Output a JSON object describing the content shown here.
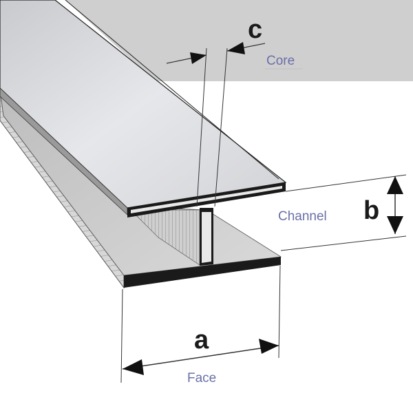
{
  "labels": {
    "core": {
      "letter": "c",
      "word": "Core"
    },
    "channel": {
      "letter": "b",
      "word": "Channel"
    },
    "face": {
      "letter": "a",
      "word": "Face"
    }
  },
  "colors": {
    "background_band": "#cfcfcf",
    "top_flange": "#dcdde0",
    "edge": "#1a1a1a",
    "dimension_line": "#333333",
    "label_word": "#6a6fa8"
  }
}
